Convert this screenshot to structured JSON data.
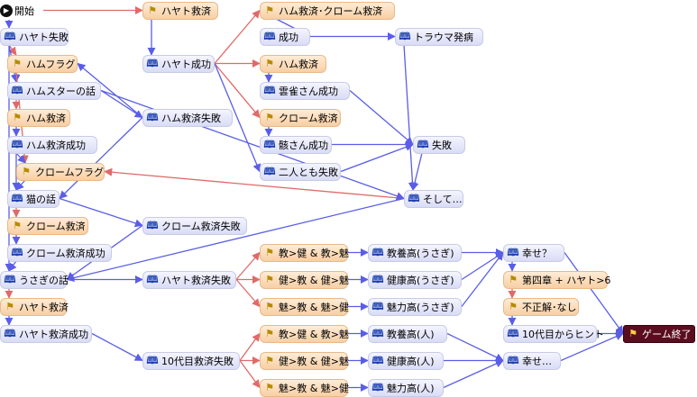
{
  "colors": {
    "scene_bg": "#e4e6fa",
    "flag_bg": "#fbdcb8",
    "end_bg": "#5a0d1f",
    "edge_blue": "#5a5ee6",
    "edge_red": "#e06a6a"
  },
  "icons": {
    "scene": "book-icon",
    "flag": "flag-icon",
    "start": "play-icon",
    "end": "end-flag-icon"
  },
  "nodes": [
    {
      "id": "start",
      "type": "start",
      "label": "開始"
    },
    {
      "id": "n2",
      "type": "scene",
      "label": "ハヤト失敗"
    },
    {
      "id": "n3",
      "type": "flag",
      "label": "ハムフラグ"
    },
    {
      "id": "n4",
      "type": "scene",
      "label": "ハムスターの話"
    },
    {
      "id": "n5",
      "type": "flag",
      "label": "ハム救済"
    },
    {
      "id": "n6",
      "type": "scene",
      "label": "ハム救済成功"
    },
    {
      "id": "n7",
      "type": "flag",
      "label": "クロームフラグ"
    },
    {
      "id": "n8",
      "type": "scene",
      "label": "猫の話"
    },
    {
      "id": "n9",
      "type": "flag",
      "label": "クローム救済"
    },
    {
      "id": "n10",
      "type": "scene",
      "label": "クローム救済成功"
    },
    {
      "id": "n11",
      "type": "scene",
      "label": "うさぎの話"
    },
    {
      "id": "n12",
      "type": "flag",
      "label": "ハヤト救済"
    },
    {
      "id": "n13",
      "type": "scene",
      "label": "ハヤト救済成功"
    },
    {
      "id": "n14",
      "type": "flag",
      "label": "ハヤト救済"
    },
    {
      "id": "n15",
      "type": "scene",
      "label": "ハヤト成功"
    },
    {
      "id": "n16",
      "type": "scene",
      "label": "ハム救済失敗"
    },
    {
      "id": "n17",
      "type": "scene",
      "label": "クローム救済失敗"
    },
    {
      "id": "n18",
      "type": "scene",
      "label": "ハヤト救済失敗"
    },
    {
      "id": "n19",
      "type": "scene",
      "label": "10代目救済失敗"
    },
    {
      "id": "n20",
      "type": "flag",
      "label": "ハム救済･クローム救済"
    },
    {
      "id": "n21",
      "type": "scene",
      "label": "成功"
    },
    {
      "id": "n22",
      "type": "flag",
      "label": "ハム救済"
    },
    {
      "id": "n23",
      "type": "scene",
      "label": "雲雀さん成功"
    },
    {
      "id": "n24",
      "type": "flag",
      "label": "クローム救済"
    },
    {
      "id": "n25",
      "type": "scene",
      "label": "骸さん成功"
    },
    {
      "id": "n26",
      "type": "scene",
      "label": "二人とも失敗"
    },
    {
      "id": "n27",
      "type": "scene",
      "label": "トラウマ発病"
    },
    {
      "id": "n28",
      "type": "scene",
      "label": "失敗"
    },
    {
      "id": "n29",
      "type": "scene",
      "label": "そして…"
    },
    {
      "id": "n30",
      "type": "flag",
      "label": "教>健 & 教>魅"
    },
    {
      "id": "n31",
      "type": "flag",
      "label": "健>教 & 健>魅"
    },
    {
      "id": "n32",
      "type": "flag",
      "label": "魅>教 & 魅>健"
    },
    {
      "id": "n33",
      "type": "scene",
      "label": "教養高(うさぎ)"
    },
    {
      "id": "n34",
      "type": "scene",
      "label": "健康高(うさぎ)"
    },
    {
      "id": "n35",
      "type": "scene",
      "label": "魅力高(うさぎ)"
    },
    {
      "id": "n36",
      "type": "flag",
      "label": "教>健 & 教>魅"
    },
    {
      "id": "n37",
      "type": "flag",
      "label": "健>教 & 健>魅"
    },
    {
      "id": "n38",
      "type": "flag",
      "label": "魅>教 & 魅>健"
    },
    {
      "id": "n39",
      "type": "scene",
      "label": "教養高(人)"
    },
    {
      "id": "n40",
      "type": "scene",
      "label": "健康高(人)"
    },
    {
      "id": "n41",
      "type": "scene",
      "label": "魅力高(人)"
    },
    {
      "id": "n42",
      "type": "scene",
      "label": "幸せ？"
    },
    {
      "id": "n43",
      "type": "flag",
      "label": "第四章 + ハヤト>6"
    },
    {
      "id": "n44",
      "type": "flag",
      "label": "不正解･なし"
    },
    {
      "id": "n45",
      "type": "scene",
      "label": "10代目からヒント"
    },
    {
      "id": "n46",
      "type": "scene",
      "label": "幸せ…"
    },
    {
      "id": "n47",
      "type": "end",
      "label": "ゲーム終了"
    }
  ],
  "edges": [
    {
      "from": "start",
      "to": "n14",
      "kind": "red"
    },
    {
      "from": "start",
      "to": "n2",
      "kind": "blue"
    },
    {
      "from": "n14",
      "to": "n15",
      "kind": "blue"
    },
    {
      "from": "n2",
      "to": "n3",
      "kind": "red"
    },
    {
      "from": "n2",
      "to": "n4",
      "kind": "blue"
    },
    {
      "from": "n2",
      "to": "n11",
      "kind": "blue"
    },
    {
      "from": "n3",
      "to": "n4",
      "kind": "blue"
    },
    {
      "from": "n3",
      "to": "n7",
      "kind": "red"
    },
    {
      "from": "n4",
      "to": "n5",
      "kind": "red"
    },
    {
      "from": "n4",
      "to": "n16",
      "kind": "blue"
    },
    {
      "from": "n5",
      "to": "n6",
      "kind": "blue"
    },
    {
      "from": "n6",
      "to": "n7",
      "kind": "blue"
    },
    {
      "from": "n6",
      "to": "n8",
      "kind": "blue"
    },
    {
      "from": "n16",
      "to": "n8",
      "kind": "blue"
    },
    {
      "from": "n16",
      "to": "n3",
      "kind": "blue"
    },
    {
      "from": "n7",
      "to": "n8",
      "kind": "blue"
    },
    {
      "from": "n8",
      "to": "n9",
      "kind": "red"
    },
    {
      "from": "n8",
      "to": "n17",
      "kind": "blue"
    },
    {
      "from": "n9",
      "to": "n10",
      "kind": "blue"
    },
    {
      "from": "n10",
      "to": "n11",
      "kind": "blue"
    },
    {
      "from": "n17",
      "to": "n11",
      "kind": "blue"
    },
    {
      "from": "n11",
      "to": "n12",
      "kind": "red"
    },
    {
      "from": "n11",
      "to": "n18",
      "kind": "blue"
    },
    {
      "from": "n12",
      "to": "n13",
      "kind": "blue"
    },
    {
      "from": "n13",
      "to": "n19",
      "kind": "blue"
    },
    {
      "from": "n15",
      "to": "n20",
      "kind": "red"
    },
    {
      "from": "n15",
      "to": "n22",
      "kind": "red"
    },
    {
      "from": "n15",
      "to": "n24",
      "kind": "red"
    },
    {
      "from": "n15",
      "to": "n26",
      "kind": "blue"
    },
    {
      "from": "n20",
      "to": "n21",
      "kind": "blue"
    },
    {
      "from": "n21",
      "to": "n27",
      "kind": "blue"
    },
    {
      "from": "n22",
      "to": "n23",
      "kind": "blue"
    },
    {
      "from": "n23",
      "to": "n28",
      "kind": "blue"
    },
    {
      "from": "n24",
      "to": "n25",
      "kind": "blue"
    },
    {
      "from": "n25",
      "to": "n28",
      "kind": "blue"
    },
    {
      "from": "n26",
      "to": "n28",
      "kind": "blue"
    },
    {
      "from": "n27",
      "to": "n29",
      "kind": "blue"
    },
    {
      "from": "n28",
      "to": "n29",
      "kind": "blue"
    },
    {
      "from": "n29",
      "to": "n7",
      "kind": "red"
    },
    {
      "from": "n29",
      "to": "n11",
      "kind": "blue"
    },
    {
      "from": "n4",
      "to": "n29",
      "kind": "blue"
    },
    {
      "from": "n18",
      "to": "n30",
      "kind": "red"
    },
    {
      "from": "n18",
      "to": "n31",
      "kind": "red"
    },
    {
      "from": "n18",
      "to": "n32",
      "kind": "red"
    },
    {
      "from": "n30",
      "to": "n33",
      "kind": "blue"
    },
    {
      "from": "n31",
      "to": "n34",
      "kind": "blue"
    },
    {
      "from": "n32",
      "to": "n35",
      "kind": "blue"
    },
    {
      "from": "n33",
      "to": "n42",
      "kind": "blue"
    },
    {
      "from": "n34",
      "to": "n42",
      "kind": "blue"
    },
    {
      "from": "n35",
      "to": "n42",
      "kind": "blue"
    },
    {
      "from": "n42",
      "to": "n43",
      "kind": "blue"
    },
    {
      "from": "n42",
      "to": "n47",
      "kind": "blue"
    },
    {
      "from": "n43",
      "to": "n44",
      "kind": "red"
    },
    {
      "from": "n44",
      "to": "n45",
      "kind": "blue"
    },
    {
      "from": "n45",
      "to": "n47",
      "kind": "blue"
    },
    {
      "from": "n19",
      "to": "n36",
      "kind": "red"
    },
    {
      "from": "n19",
      "to": "n37",
      "kind": "red"
    },
    {
      "from": "n19",
      "to": "n38",
      "kind": "red"
    },
    {
      "from": "n36",
      "to": "n39",
      "kind": "blue"
    },
    {
      "from": "n37",
      "to": "n40",
      "kind": "blue"
    },
    {
      "from": "n38",
      "to": "n41",
      "kind": "blue"
    },
    {
      "from": "n39",
      "to": "n46",
      "kind": "blue"
    },
    {
      "from": "n40",
      "to": "n46",
      "kind": "blue"
    },
    {
      "from": "n41",
      "to": "n46",
      "kind": "blue"
    },
    {
      "from": "n46",
      "to": "n47",
      "kind": "blue"
    }
  ]
}
